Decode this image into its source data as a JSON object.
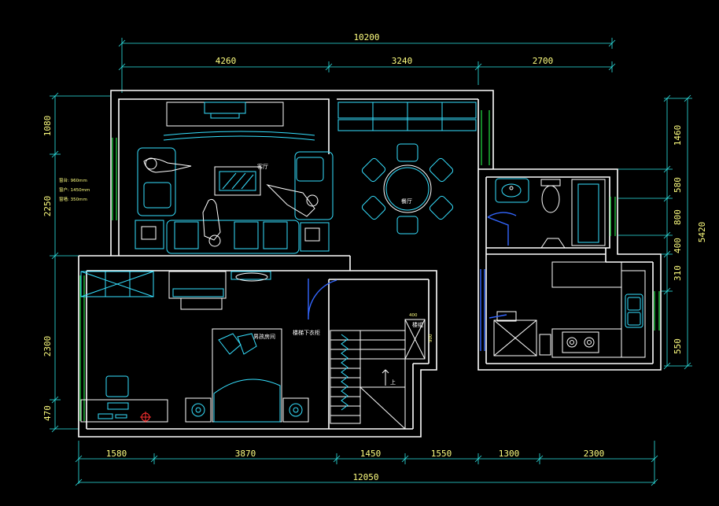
{
  "dimensions": {
    "top_total": "10200",
    "top_1": "4260",
    "top_2": "3240",
    "top_3": "2700",
    "bottom_total": "12050",
    "bottom_1": "1580",
    "bottom_2": "3870",
    "bottom_3": "1450",
    "bottom_4": "1550",
    "bottom_5": "1300",
    "bottom_6": "2300",
    "left_1": "1080",
    "left_2": "2250",
    "left_3": "2300",
    "left_4": "470",
    "right_total": "5420",
    "right_1": "1460",
    "right_2": "580",
    "right_3": "800",
    "right_4": "400",
    "right_5": "310",
    "right_6": "550"
  },
  "rooms": {
    "living": "客厅",
    "dining": "餐厅",
    "bedroom": "男孩房间",
    "stair_note": "楼梯下衣柜",
    "stair_up": "上",
    "small_label": "楼组",
    "small_dim_a": "400",
    "small_dim_b": "900"
  },
  "notes": {
    "line_1": "窗台: 960mm",
    "line_2": "窗户: 1450mm",
    "line_3": "窗墙: 350mm"
  },
  "colors": {
    "background": "#000000",
    "dimension": "#2ee6e6",
    "dimension_text": "#ffff80",
    "wall": "#ffffff",
    "furniture": "#36e0ff",
    "window": "#22dd44",
    "door": "#3366ff"
  }
}
